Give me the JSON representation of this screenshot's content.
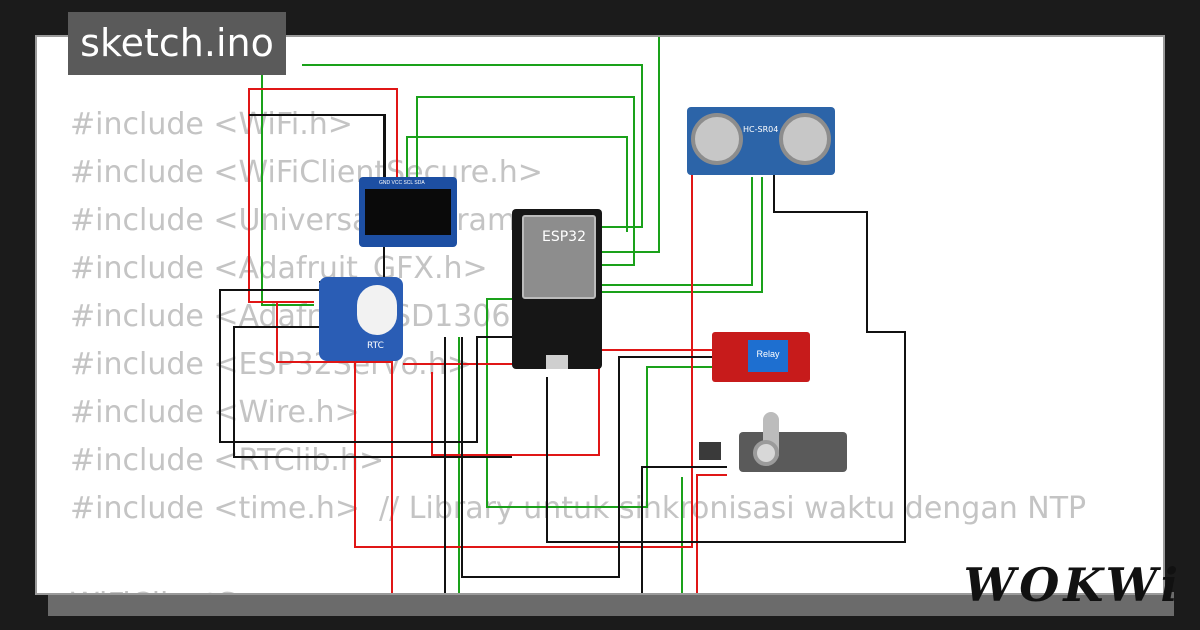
{
  "project": {
    "filename": "sketch.ino",
    "logo": "WOKWi"
  },
  "code_lines": [
    "#include <WiFi.h>",
    "#include <WiFiClientSecure.h>",
    "#include <UniversalTelegram",
    "#include <Adafruit_GFX.h>",
    "#include <Adafruit_SSD1306.h>",
    "#include <ESP32Servo.h>",
    "#include <Wire.h>",
    "#include <RTClib.h>",
    "#include <time.h>  // Library untuk sinkronisasi waktu dengan NTP",
    "",
    "WiFiClientSecure"
  ],
  "components": {
    "esp32_label": "ESP32",
    "hcsr04_label": "HC-SR04",
    "rtc_label": "RTC",
    "relay_label": "Relay",
    "oled_pins": "GND VCC SCL SDA"
  },
  "colors": {
    "wire_green": "#1aa11a",
    "wire_red": "#e01616",
    "wire_black": "#111111"
  }
}
